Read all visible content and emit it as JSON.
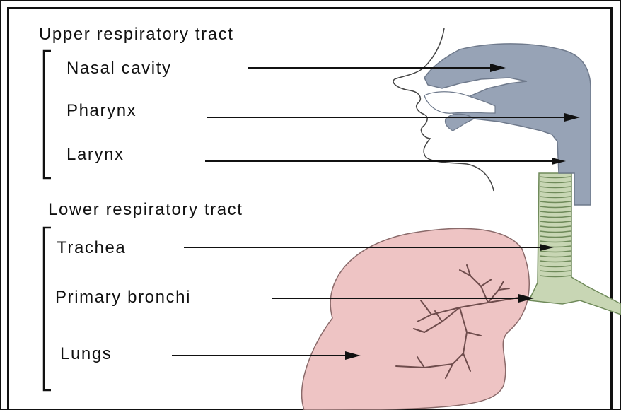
{
  "sections": {
    "upper": {
      "heading": "Upper respiratory tract",
      "items": [
        "Nasal cavity",
        "Pharynx",
        "Larynx"
      ]
    },
    "lower": {
      "heading": "Lower respiratory tract",
      "items": [
        "Trachea",
        "Primary bronchi",
        "Lungs"
      ]
    }
  },
  "colors": {
    "upper_tract_fill": "#97a3b6",
    "upper_tract_stroke": "#6f7a8c",
    "trachea_fill": "#c8d6b4",
    "trachea_rings": "#6f8a5a",
    "lung_fill": "#eec4c4",
    "lung_stroke": "#8a6a6a",
    "bronchiole_color": "#6e4c4c",
    "text": "#111111"
  }
}
